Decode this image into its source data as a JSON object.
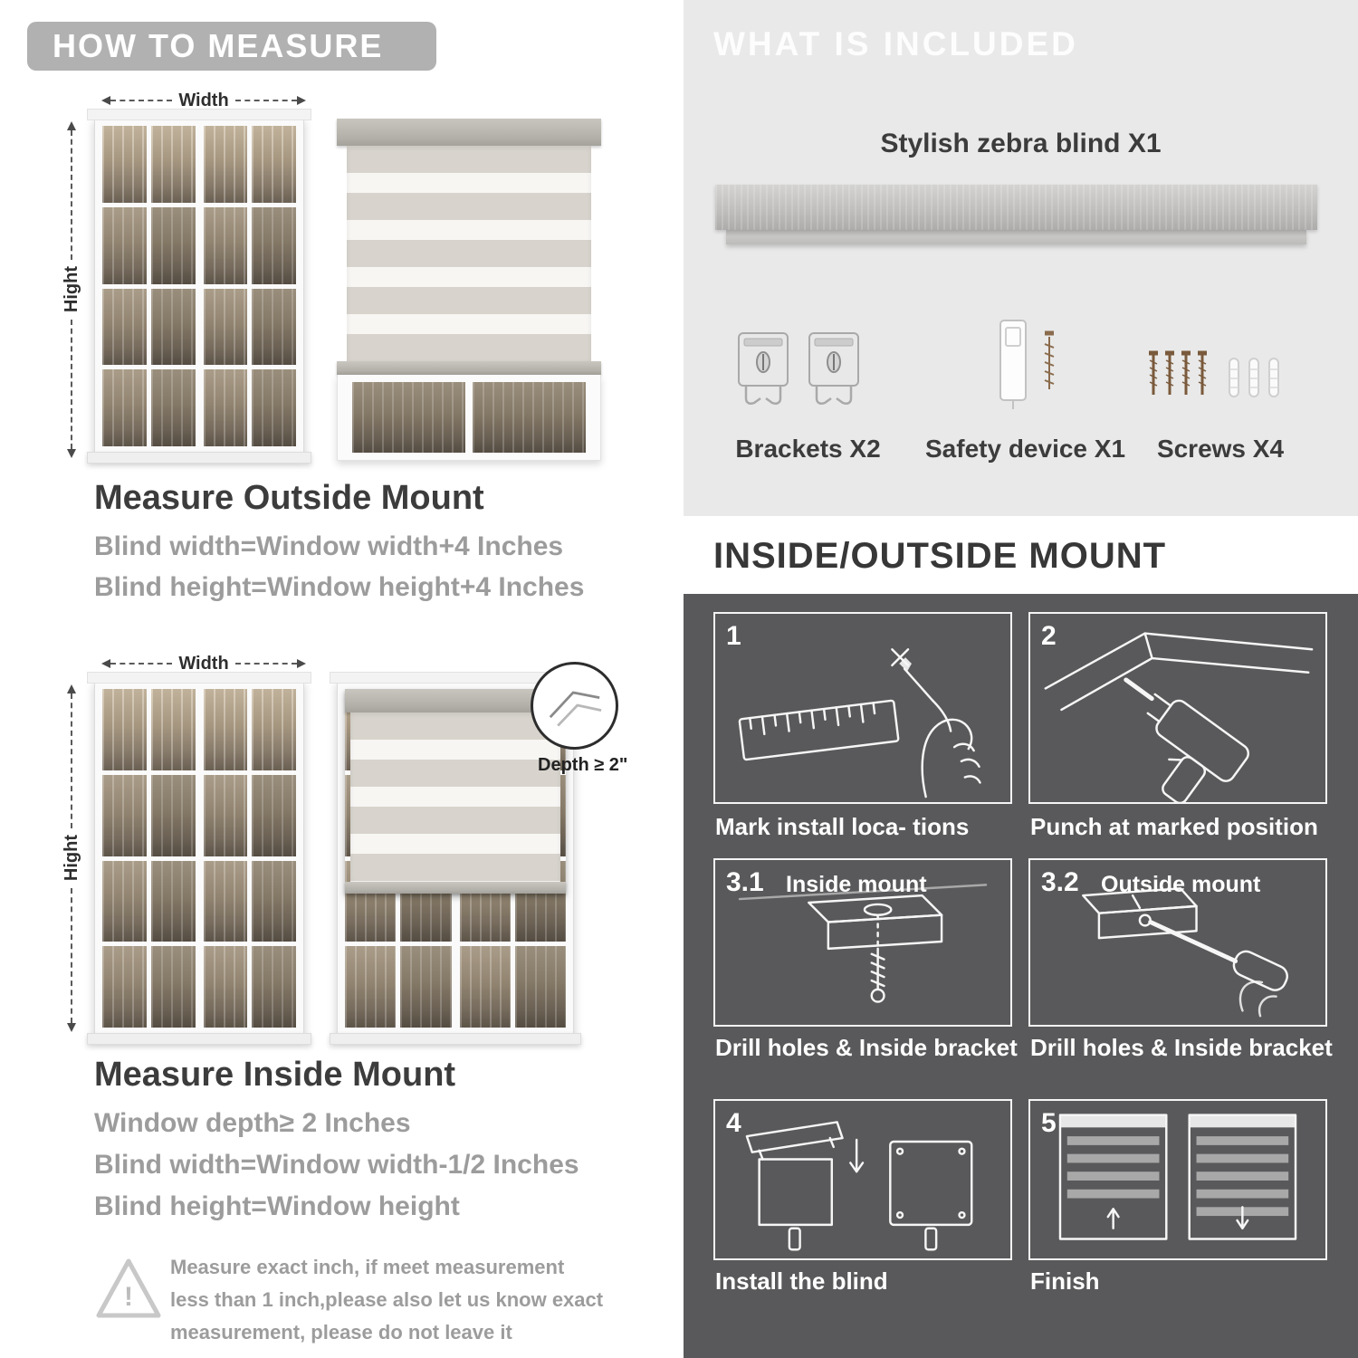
{
  "left": {
    "banner": "HOW TO MEASURE",
    "outside": {
      "width_label": "Width",
      "height_label": "Hight",
      "title": "Measure Outside Mount",
      "lines": [
        "Blind width=Window width+4 Inches",
        "Blind height=Window height+4 Inches"
      ]
    },
    "inside": {
      "width_label": "Width",
      "height_label": "Hight",
      "depth_callout": "Depth ≥ 2\"",
      "title": "Measure Inside Mount",
      "lines": [
        "Window depth≥ 2 Inches",
        "Blind width=Window width-1/2 Inches",
        "Blind height=Window height"
      ]
    },
    "warning": {
      "mark": "!",
      "text": "Measure exact inch, if meet measurement less than 1 inch,please also let us know exact measurement, please do not leave it"
    }
  },
  "right": {
    "included": {
      "title": "WHAT IS INCLUDED",
      "blind_label": "Stylish zebra blind X1",
      "items": [
        {
          "label": "Brackets X2",
          "icon": "brackets-icon"
        },
        {
          "label": "Safety device X1",
          "icon": "safety-device-icon"
        },
        {
          "label": "Screws X4",
          "icon": "screws-icon"
        }
      ]
    },
    "mount": {
      "title": "INSIDE/OUTSIDE MOUNT",
      "steps": [
        {
          "num": "1",
          "label": "",
          "caption": "Mark install loca- tions"
        },
        {
          "num": "2",
          "label": "",
          "caption": "Punch at  marked position"
        },
        {
          "num": "3.1",
          "label": "Inside mount",
          "caption": "Drill holes &  Inside bracket"
        },
        {
          "num": "3.2",
          "label": "Outside mount",
          "caption": "Drill holes &  Inside bracket"
        },
        {
          "num": "4",
          "label": "",
          "caption": "Install the blind"
        },
        {
          "num": "5",
          "label": "",
          "caption": "Finish"
        }
      ]
    }
  },
  "colors": {
    "banner_gray": "#b1b1b1",
    "light_panel": "#e9e9e9",
    "dark_panel": "#59595b",
    "heading_dark": "#3c3c3c",
    "subtext_gray": "#9c9c9c",
    "stripe_gray": "#d8d4cd",
    "stripe_white": "#f7f6f3"
  }
}
